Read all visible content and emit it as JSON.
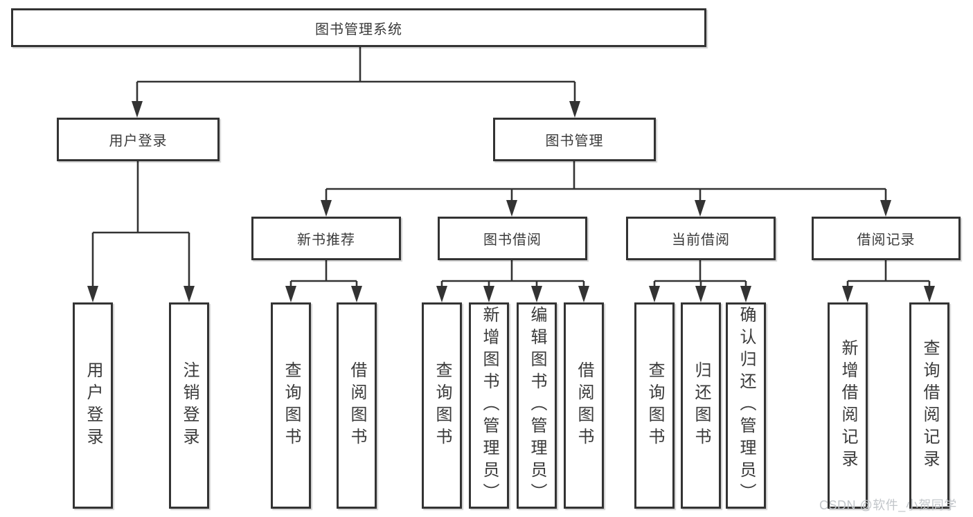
{
  "diagram": {
    "type": "function-structure-tree",
    "tree": {
      "root": {
        "label": "图书管理系统"
      },
      "branches": [
        {
          "label": "用户登录",
          "children": [
            {
              "label": "用户登录"
            },
            {
              "label": "注销登录"
            }
          ]
        },
        {
          "label": "图书管理",
          "children": [
            {
              "label": "新书推荐",
              "children": [
                {
                  "label": "查询图书"
                },
                {
                  "label": "借阅图书"
                }
              ]
            },
            {
              "label": "图书借阅",
              "children": [
                {
                  "label": "查询图书"
                },
                {
                  "label": "新增图书（管理员）"
                },
                {
                  "label": "编辑图书（管理员）"
                },
                {
                  "label": "借阅图书"
                }
              ]
            },
            {
              "label": "当前借阅",
              "children": [
                {
                  "label": "查询图书"
                },
                {
                  "label": "归还图书"
                },
                {
                  "label": "确认归还（管理员）"
                }
              ]
            },
            {
              "label": "借阅记录",
              "children": [
                {
                  "label": "新增借阅记录"
                },
                {
                  "label": "查询借阅记录"
                }
              ]
            }
          ]
        }
      ]
    },
    "colors": {
      "background": "#ffffff",
      "box_border": "#333333",
      "connector_line": "#333333",
      "text": "#3a3a3a",
      "watermark_text": "#c2c6ca"
    }
  },
  "watermark": {
    "text": "CSDN @软件_小贺同学"
  }
}
